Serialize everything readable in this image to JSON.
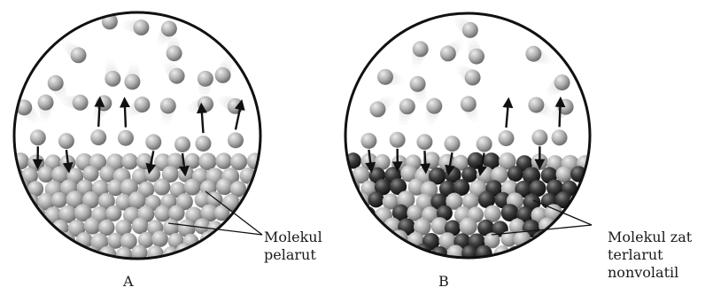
{
  "panels": [
    {
      "id": "A",
      "label": "A"
    },
    {
      "id": "B",
      "label": "B"
    }
  ],
  "callouts": {
    "solvent": {
      "lines": [
        "Molekul",
        "pelarut"
      ]
    },
    "solute": {
      "lines": [
        "Molekul zat",
        "terlarut",
        "nonvolatil"
      ]
    }
  },
  "colors": {
    "solvent_molecule": "#a8a8a8",
    "solute_molecule": "#333333",
    "outline": "#111111",
    "arrow": "#111111"
  }
}
